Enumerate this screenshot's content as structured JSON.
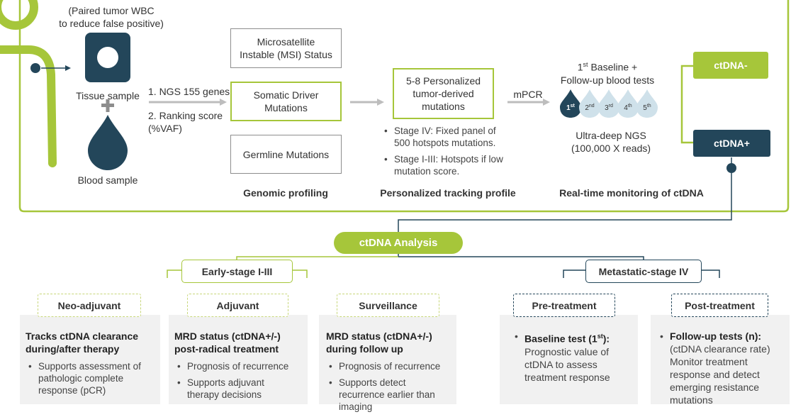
{
  "top": {
    "paired_note": "(Paired tumor WBC\nto reduce false positive)",
    "tissue_label": "Tissue sample",
    "blood_label": "Blood sample",
    "ngs_step1": "1. NGS 155 genes",
    "ngs_step2": "2. Ranking score\n(%VAF)",
    "box_msi": "Microsatellite\nInstable (MSI) Status",
    "box_somatic": "Somatic Driver\nMutations",
    "box_germline": "Germline Mutations",
    "genomic_title": "Genomic profiling",
    "personalized_box": "5-8 Personalized\ntumor-derived\nmutations",
    "stage_iv_bullet": "Stage IV: Fixed panel of\n500 hotspots mutations.",
    "stage_i_iii_bullet": "Stage I-III: Hotspots if low\nmutation score.",
    "tracking_title": "Personalized tracking profile",
    "mpcr_label": "mPCR",
    "baseline_sup": "st",
    "baseline_pre": "1",
    "baseline_line1": "Baseline +",
    "baseline_line2": "Follow-up blood tests",
    "drops": [
      {
        "n": "1",
        "sup": "st"
      },
      {
        "n": "2",
        "sup": "nd"
      },
      {
        "n": "3",
        "sup": "rd"
      },
      {
        "n": "4",
        "sup": "th"
      },
      {
        "n": "5",
        "sup": "th"
      }
    ],
    "ultra_deep": "Ultra-deep NGS\n(100,000 X reads)",
    "monitoring_title": "Real-time monitoring of ctDNA",
    "ctdna_neg": "ctDNA-",
    "ctdna_pos": "ctDNA+"
  },
  "analysis": {
    "title": "ctDNA Analysis",
    "early_stage": "Early-stage I-III",
    "metastatic_stage": "Metastatic-stage IV",
    "neo_adjuvant": {
      "label": "Neo-adjuvant",
      "heading": "Tracks ctDNA clearance\nduring/after therapy",
      "bullets": [
        "Supports assessment of\npathologic complete\nresponse (pCR)"
      ]
    },
    "adjuvant": {
      "label": "Adjuvant",
      "heading": "MRD status (ctDNA+/-)\npost-radical treatment",
      "bullets": [
        "Prognosis of recurrence",
        "Supports adjuvant\ntherapy decisions"
      ]
    },
    "surveillance": {
      "label": "Surveillance",
      "heading": "MRD status (ctDNA+/-)\nduring follow up",
      "bullets": [
        "Prognosis of recurrence",
        "Supports detect\nrecurrence earlier than\nimaging"
      ]
    },
    "pre_treatment": {
      "label": "Pre-treatment",
      "bullet_head": "Baseline test (1",
      "bullet_head_sup": "st",
      "bullet_head_end": "):",
      "bullet_body": "Prognostic value of\nctDNA to assess\ntreatment response"
    },
    "post_treatment": {
      "label": "Post-treatment",
      "bullet_head": "Follow-up tests (n):",
      "bullet_body": "(ctDNA clearance rate)\nMonitor treatment\nresponse and detect\nemerging resistance\nmutations"
    }
  },
  "colors": {
    "green": "#a6c63a",
    "navy": "#23465a",
    "panel": "#f1f1f1",
    "drop_light": "#cfe1ea"
  }
}
